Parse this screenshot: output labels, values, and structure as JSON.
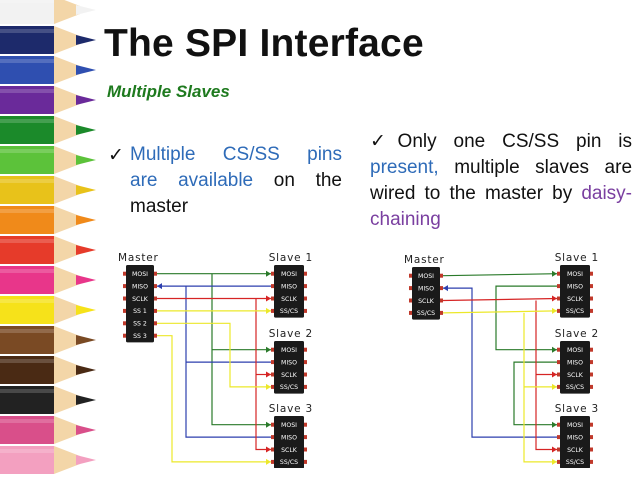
{
  "title": "The SPI Interface",
  "subtitle": "Multiple Slaves",
  "left_bullet": {
    "line1_blue": "Multiple CS/SS pins",
    "line2_blue": "are available",
    "line2_black": "on the",
    "line3_black": "master"
  },
  "right_bullet": {
    "line1": "Only one CS/SS pin is",
    "blue": "present,",
    "black": "multiple slaves are wired to the master by",
    "purple": "daisy-chaining"
  },
  "diagram_left": {
    "master_label": "Master",
    "master_pins": [
      "MOSI",
      "MISO",
      "SCLK",
      "SS 1",
      "SS 2",
      "SS 3"
    ],
    "slave_labels": [
      "Slave 1",
      "Slave 2",
      "Slave 3"
    ],
    "slave_pins": [
      "MOSI",
      "MISO",
      "SCLK",
      "SS/CS"
    ]
  },
  "diagram_right": {
    "master_label": "Master",
    "master_pins": [
      "MOSI",
      "MISO",
      "SCLK",
      "SS/CS"
    ],
    "slave_labels": [
      "Slave 1",
      "Slave 2",
      "Slave 3"
    ],
    "slave_pins": [
      "MOSI",
      "MISO",
      "SCLK",
      "SS/CS"
    ]
  },
  "colors": {
    "mosi": "#2a7a2a",
    "miso": "#2d3fae",
    "sclk": "#d62424",
    "ss": "#ece82a",
    "chip": "#1a1a1a",
    "pin": "#c0392b"
  },
  "decoration": "colored-pencils-icon"
}
